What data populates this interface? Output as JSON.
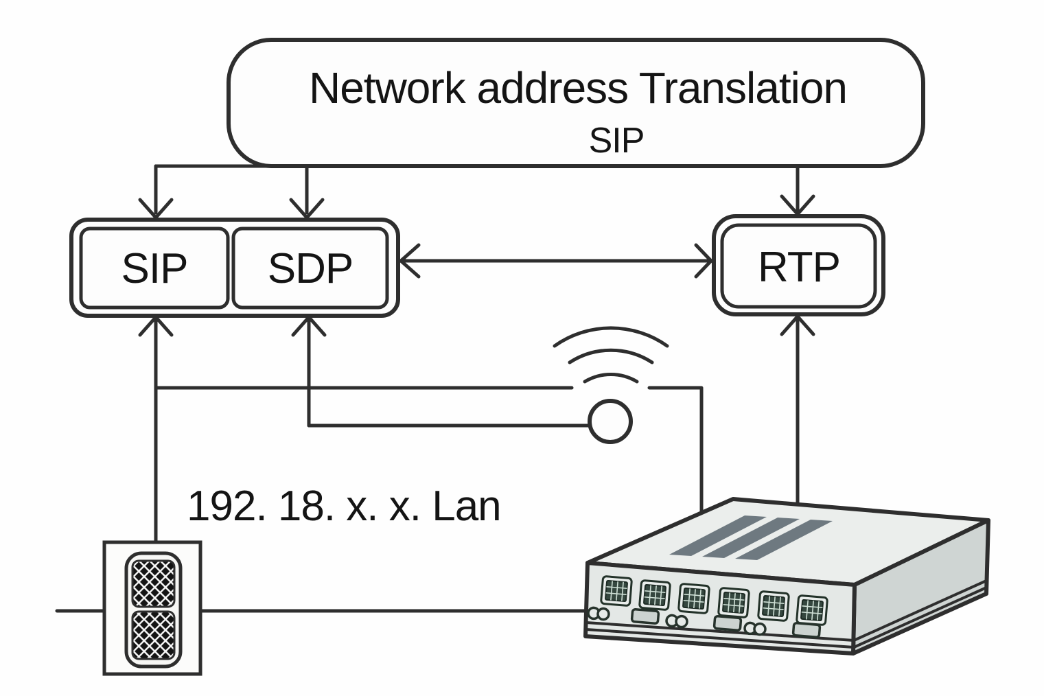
{
  "diagram": {
    "nat_box": {
      "title": "Network address Translation",
      "subtitle": "SIP"
    },
    "protocol_boxes": {
      "sip": "SIP",
      "sdp": "SDP",
      "rtp": "RTP"
    },
    "lan_label": "192. 18. x. x. Lan",
    "icons": {
      "wifi": "wifi-signal-icon",
      "router": "network-router-device",
      "phone": "speaker-intercom-device"
    },
    "colors": {
      "line": "#2e2e2e",
      "text": "#141414",
      "background": "#fefefe",
      "box_fill": "#fdfdfd",
      "router_top": "#ebeeec",
      "router_front": "#e4e8e6",
      "router_side": "#cfd5d3",
      "router_vent": "#6e7980",
      "port_screen": "#35473f"
    }
  }
}
